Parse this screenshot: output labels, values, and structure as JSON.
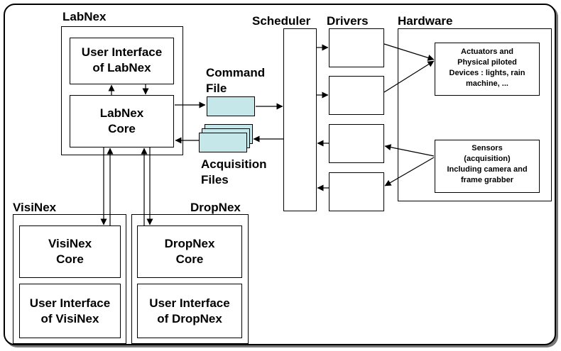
{
  "labnex": {
    "title": "LabNex",
    "ui_line1": "User Interface",
    "ui_line2": "of LabNex",
    "core_line1": "LabNex",
    "core_line2": "Core"
  },
  "command_file": {
    "line1": "Command",
    "line2": "File"
  },
  "acquisition_files": {
    "line1": "Acquisition",
    "line2": "Files"
  },
  "scheduler": {
    "title": "Scheduler"
  },
  "drivers": {
    "title": "Drivers"
  },
  "hardware": {
    "title": "Hardware",
    "actuators": [
      "Actuators and",
      "Physical piloted",
      "Devices : lights, rain",
      "machine, ..."
    ],
    "sensors": [
      "Sensors",
      "(acquisition)",
      "Including camera and",
      "frame grabber"
    ]
  },
  "visinex": {
    "title": "VisiNex",
    "core_line1": "VisiNex",
    "core_line2": "Core",
    "ui_line1": "User Interface",
    "ui_line2": "of VisiNex"
  },
  "dropnex": {
    "title": "DropNex",
    "core_line1": "DropNex",
    "core_line2": "Core",
    "ui_line1": "User Interface",
    "ui_line2": "of DropNex"
  }
}
